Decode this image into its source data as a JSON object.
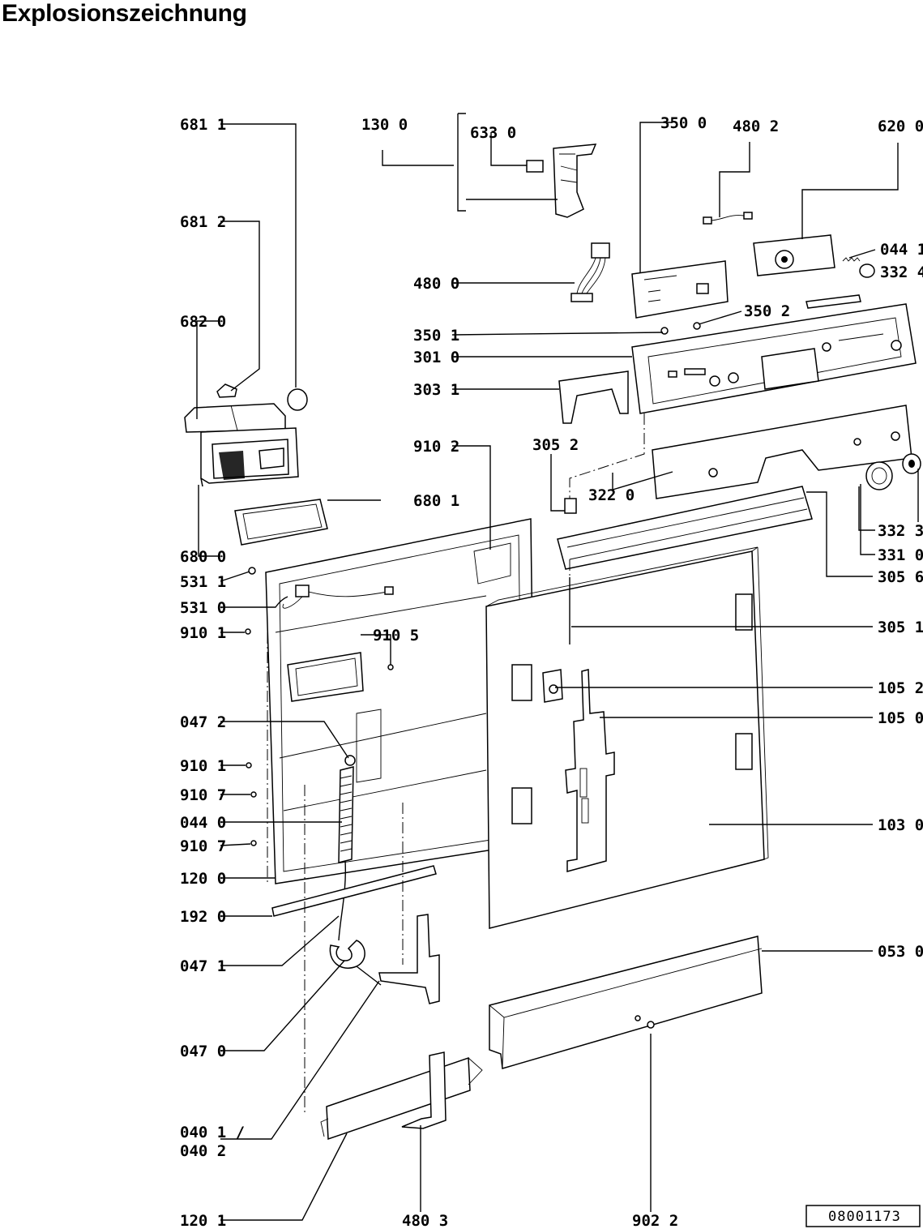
{
  "title": "Explosionszeichnung",
  "drawing_number": "08001173",
  "parts": {
    "p681_1": "681 1",
    "p681_2": "681 2",
    "p682_0": "682 0",
    "p680_0": "680 0",
    "p680_1": "680 1",
    "p130_0": "130 0",
    "p633_0": "633 0",
    "p350_0": "350 0",
    "p480_2": "480 2",
    "p620_0": "620 0",
    "p044_1": "044 1",
    "p332_4": "332 4",
    "p480_0": "480 0",
    "p350_2": "350 2",
    "p350_1": "350 1",
    "p301_0": "301 0",
    "p303_1": "303 1",
    "p910_2": "910 2",
    "p305_2": "305 2",
    "p322_0": "322 0",
    "p332_3": "332 3",
    "p331_0": "331 0",
    "p305_6": "305 6",
    "p531_1": "531 1",
    "p531_0": "531 0",
    "p910_1a": "910 1",
    "p910_5": "910 5",
    "p305_1": "305 1",
    "p105_2": "105 2",
    "p105_0": "105 0",
    "p047_2": "047 2",
    "p910_1b": "910 1",
    "p910_7a": "910 7",
    "p044_0": "044 0",
    "p103_0": "103 0",
    "p910_7b": "910 7",
    "p120_0": "120 0",
    "p192_0": "192 0",
    "p047_1": "047 1",
    "p053_0": "053 0",
    "p047_0": "047 0",
    "p040_1": "040 1 /",
    "p040_2": "040 2",
    "p120_1": "120 1",
    "p480_3": "480 3",
    "p902_2": "902 2"
  }
}
